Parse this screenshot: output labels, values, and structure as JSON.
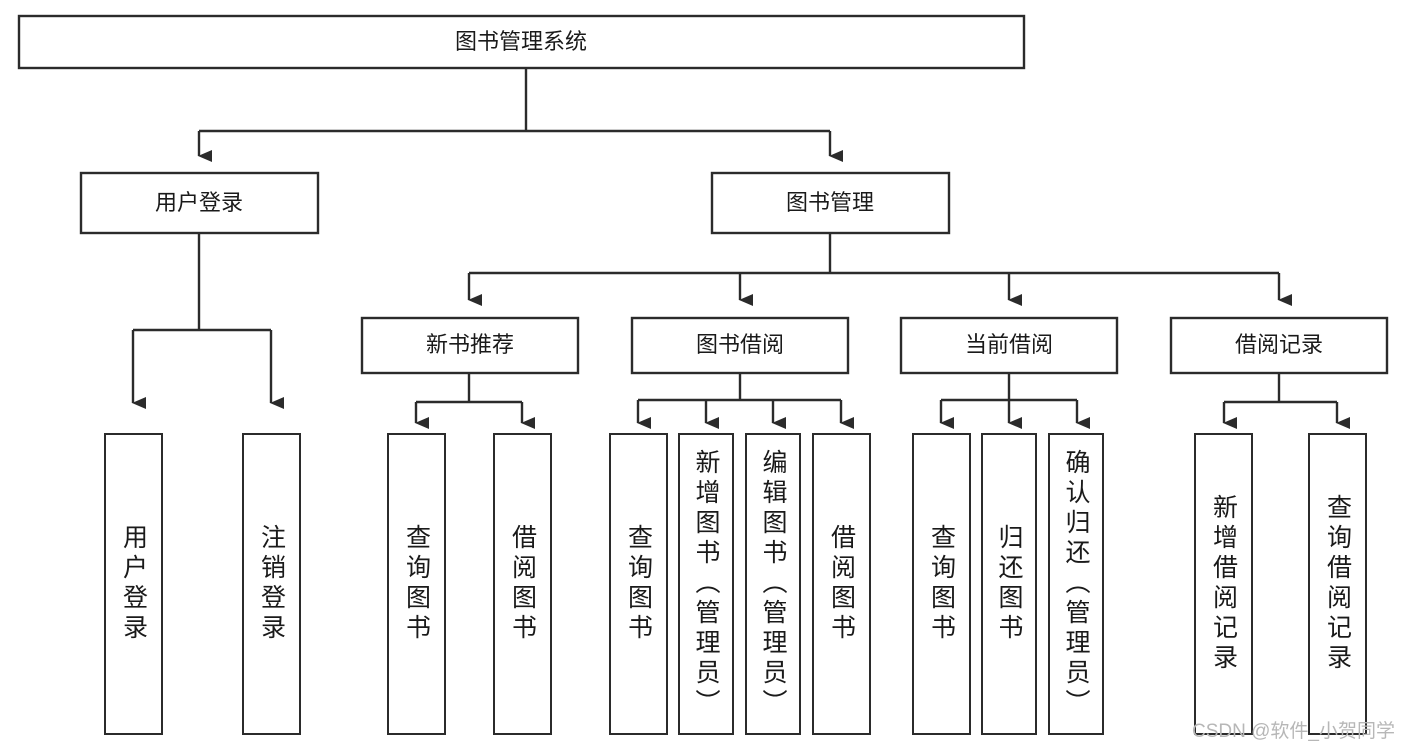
{
  "diagram": {
    "type": "tree-hierarchy-chart",
    "title_node": {
      "label": "图书管理系统"
    },
    "level1": [
      {
        "id": "user-login",
        "label": "用户登录"
      },
      {
        "id": "book-manage",
        "label": "图书管理"
      }
    ],
    "level2": [
      {
        "id": "new-book-recommend",
        "label": "新书推荐",
        "parent": "book-manage"
      },
      {
        "id": "book-borrow",
        "label": "图书借阅",
        "parent": "book-manage"
      },
      {
        "id": "current-borrow",
        "label": "当前借阅",
        "parent": "book-manage"
      },
      {
        "id": "borrow-record",
        "label": "借阅记录",
        "parent": "book-manage"
      }
    ],
    "leaves": [
      {
        "id": "leaf-user-login",
        "label": "用户登录",
        "parent": "user-login"
      },
      {
        "id": "leaf-logout-login",
        "label": "注销登录",
        "parent": "user-login"
      },
      {
        "id": "leaf-query-book-1",
        "label": "查询图书",
        "parent": "new-book-recommend"
      },
      {
        "id": "leaf-borrow-book-1",
        "label": "借阅图书",
        "parent": "new-book-recommend"
      },
      {
        "id": "leaf-query-book-2",
        "label": "查询图书",
        "parent": "book-borrow"
      },
      {
        "id": "leaf-add-book",
        "label": "新增图书（管理员）",
        "parent": "book-borrow"
      },
      {
        "id": "leaf-edit-book",
        "label": "编辑图书（管理员）",
        "parent": "book-borrow"
      },
      {
        "id": "leaf-borrow-book-2",
        "label": "借阅图书",
        "parent": "book-borrow"
      },
      {
        "id": "leaf-query-book-3",
        "label": "查询图书",
        "parent": "current-borrow"
      },
      {
        "id": "leaf-return-book",
        "label": "归还图书",
        "parent": "current-borrow"
      },
      {
        "id": "leaf-confirm-return",
        "label": "确认归还（管理员）",
        "parent": "current-borrow"
      },
      {
        "id": "leaf-add-record",
        "label": "新增借阅记录",
        "parent": "borrow-record"
      },
      {
        "id": "leaf-query-record",
        "label": "查询借阅记录",
        "parent": "borrow-record"
      }
    ],
    "colors": {
      "stroke": "#2b2b2b",
      "fill": "#ffffff",
      "text": "#1a1a1a",
      "watermark": "#b7b7b7"
    }
  },
  "watermark": {
    "text": "CSDN @软件_小贺同学"
  }
}
